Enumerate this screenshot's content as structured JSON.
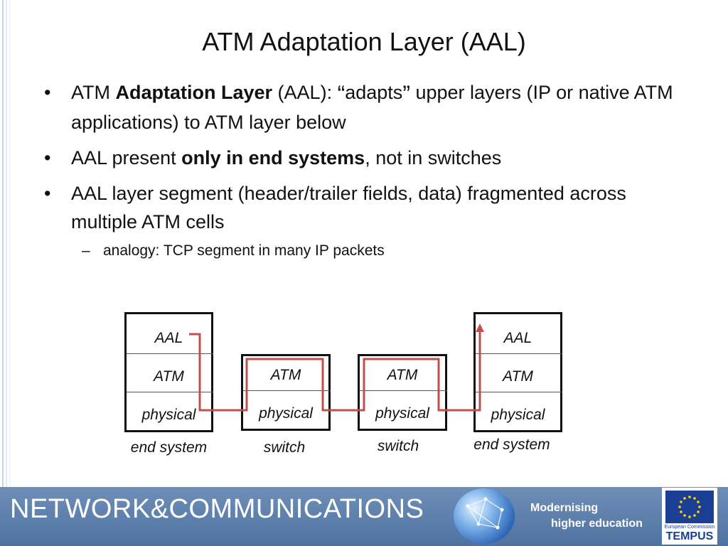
{
  "slide": {
    "title": "ATM Adaptation Layer (AAL)",
    "bullets": [
      {
        "marker": "•",
        "parts": [
          "ATM ",
          "Adaptation Layer",
          " (AAL): ",
          "“",
          "adapts",
          "”",
          " upper layers (IP or native ATM applications)  to ATM layer below"
        ]
      },
      {
        "marker": "•",
        "parts": [
          "AAL present ",
          "only in end systems",
          ", not in switches"
        ]
      },
      {
        "marker": "•",
        "parts": [
          "AAL layer segment (header/trailer fields, data) fragmented across multiple ATM cells"
        ]
      }
    ],
    "sub_bullet": {
      "marker": "–",
      "text": "analogy: TCP segment in many IP packets"
    }
  },
  "diagram": {
    "path_color": "#c0504d",
    "nodes": [
      {
        "layers": [
          "AAL",
          "ATM",
          "physical"
        ],
        "caption": "end system"
      },
      {
        "layers": [
          "ATM",
          "physical"
        ],
        "caption": "switch"
      },
      {
        "layers": [
          "ATM",
          "physical"
        ],
        "caption": "switch"
      },
      {
        "layers": [
          "AAL",
          "ATM",
          "physical"
        ],
        "caption": "end system"
      }
    ]
  },
  "footer": {
    "title": "NETWORK&COMMUNICATIONS",
    "tagline_1": "Modernising",
    "tagline_2": "higher education",
    "eu_small": "European Commission",
    "eu_name": "TEMPUS",
    "bg_color": "#5a7cab"
  }
}
